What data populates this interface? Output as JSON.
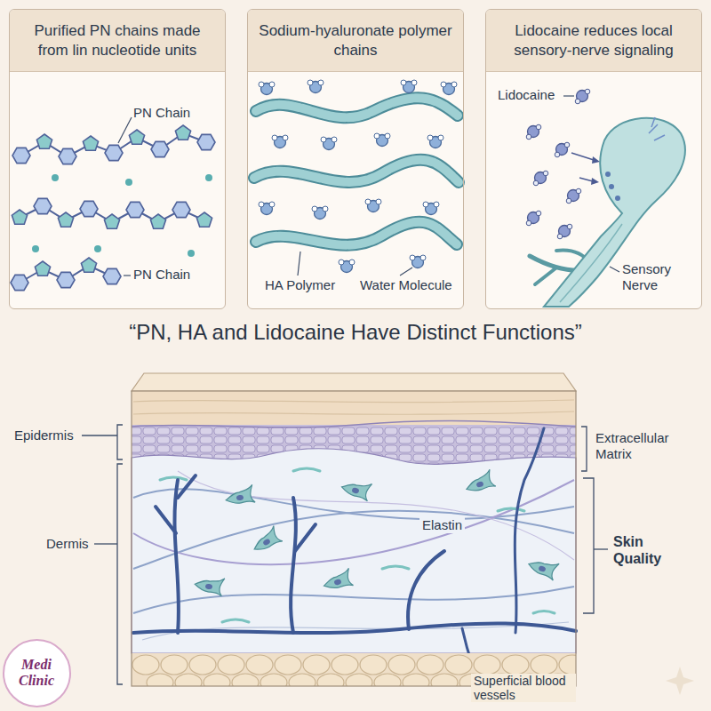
{
  "diagram": {
    "title": "“PN, HA and Lidocaine Have Distinct Functions”",
    "nodes": [
      {
        "text": [
          "Purified PN chains made from lin nucleotide units"
        ]
      },
      {
        "text": [
          "Sodium-hyaluronate polymer chains"
        ]
      },
      {
        "text": [
          "Lidocaine reduces local sensory-nerve signaling"
        ]
      },
      {
        "text": [
          "Medi Clinic"
        ]
      }
    ],
    "labels": [
      "PN Chain",
      "PN Chain",
      "HA Polymer",
      "Water Molecule",
      "Lidocaine",
      "Sensory Nerve",
      "Epidermis",
      "Extracellular Matrix",
      "Dermis",
      "Skin Quality",
      "Elastin",
      "Superficial blood vessels"
    ]
  }
}
